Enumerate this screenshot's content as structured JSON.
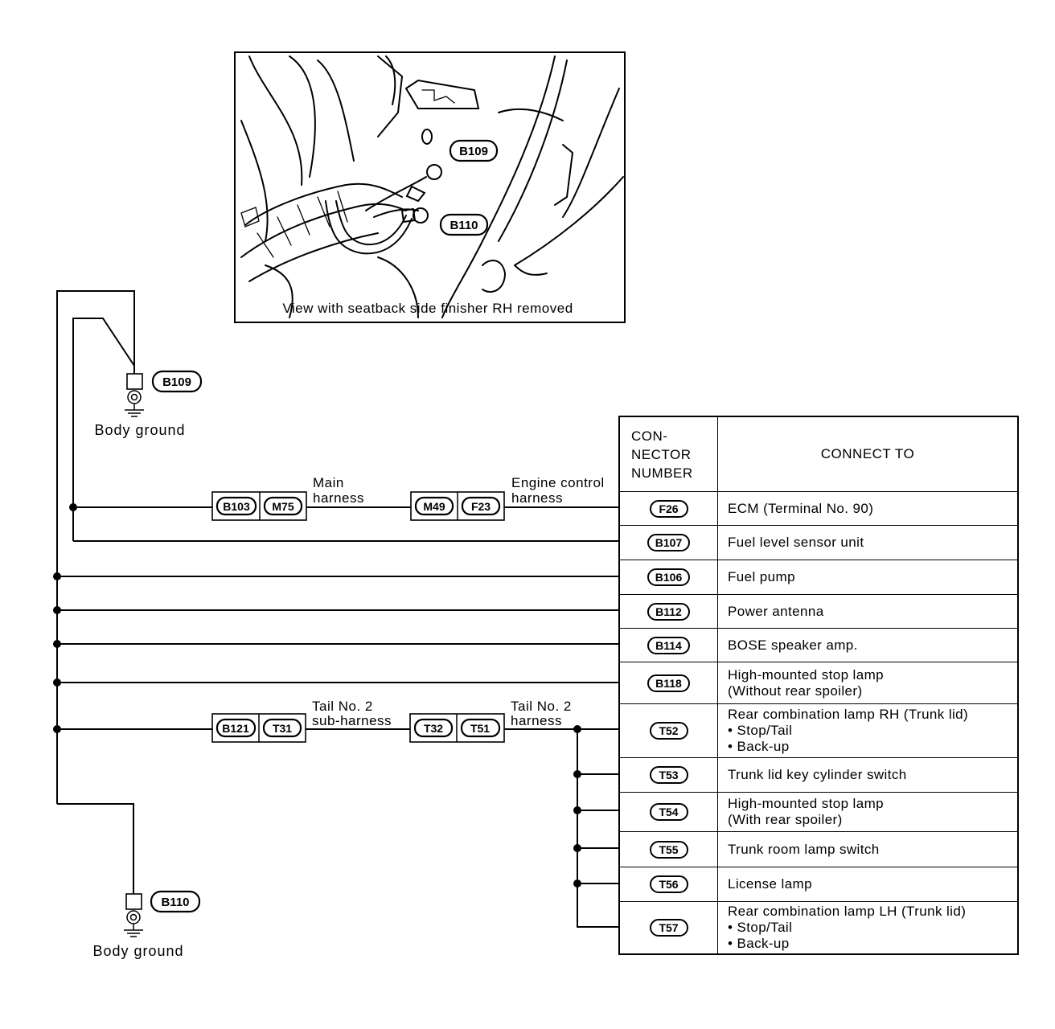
{
  "illustration": {
    "caption": "View with seatback side finisher RH removed",
    "ground_b109": "B109",
    "ground_b110": "B110"
  },
  "grounds": [
    {
      "connector": "B109",
      "label": "Body ground"
    },
    {
      "connector": "B110",
      "label": "Body ground"
    }
  ],
  "inline_connectors": {
    "main_harness": {
      "left": [
        "B103",
        "M75"
      ],
      "right": [
        "M49",
        "F23"
      ],
      "label_a": "Main",
      "label_b": "harness",
      "label_c": "Engine control",
      "label_d": "harness"
    },
    "tail_harness": {
      "left": [
        "B121",
        "T31"
      ],
      "right": [
        "T32",
        "T51"
      ],
      "label_a": "Tail No. 2",
      "label_b": "sub-harness",
      "label_c": "Tail No. 2",
      "label_d": "harness"
    }
  },
  "table": {
    "header_number": [
      "CON-",
      "NECTOR",
      "NUMBER"
    ],
    "header_connect": "CONNECT TO",
    "rows": [
      {
        "num": "F26",
        "lines": [
          "ECM (Terminal No. 90)"
        ]
      },
      {
        "num": "B107",
        "lines": [
          "Fuel level sensor unit"
        ]
      },
      {
        "num": "B106",
        "lines": [
          "Fuel pump"
        ]
      },
      {
        "num": "B112",
        "lines": [
          "Power antenna"
        ]
      },
      {
        "num": "B114",
        "lines": [
          "BOSE speaker amp."
        ]
      },
      {
        "num": "B118",
        "lines": [
          "High-mounted stop lamp",
          "(Without rear spoiler)"
        ]
      },
      {
        "num": "T52",
        "lines": [
          "Rear combination lamp RH (Trunk lid)",
          "• Stop/Tail",
          "• Back-up"
        ]
      },
      {
        "num": "T53",
        "lines": [
          "Trunk lid key cylinder switch"
        ]
      },
      {
        "num": "T54",
        "lines": [
          "High-mounted stop lamp",
          "(With rear spoiler)"
        ]
      },
      {
        "num": "T55",
        "lines": [
          "Trunk room lamp switch"
        ]
      },
      {
        "num": "T56",
        "lines": [
          "License lamp"
        ]
      },
      {
        "num": "T57",
        "lines": [
          "Rear combination lamp LH (Trunk lid)",
          "• Stop/Tail",
          "• Back-up"
        ]
      }
    ]
  }
}
